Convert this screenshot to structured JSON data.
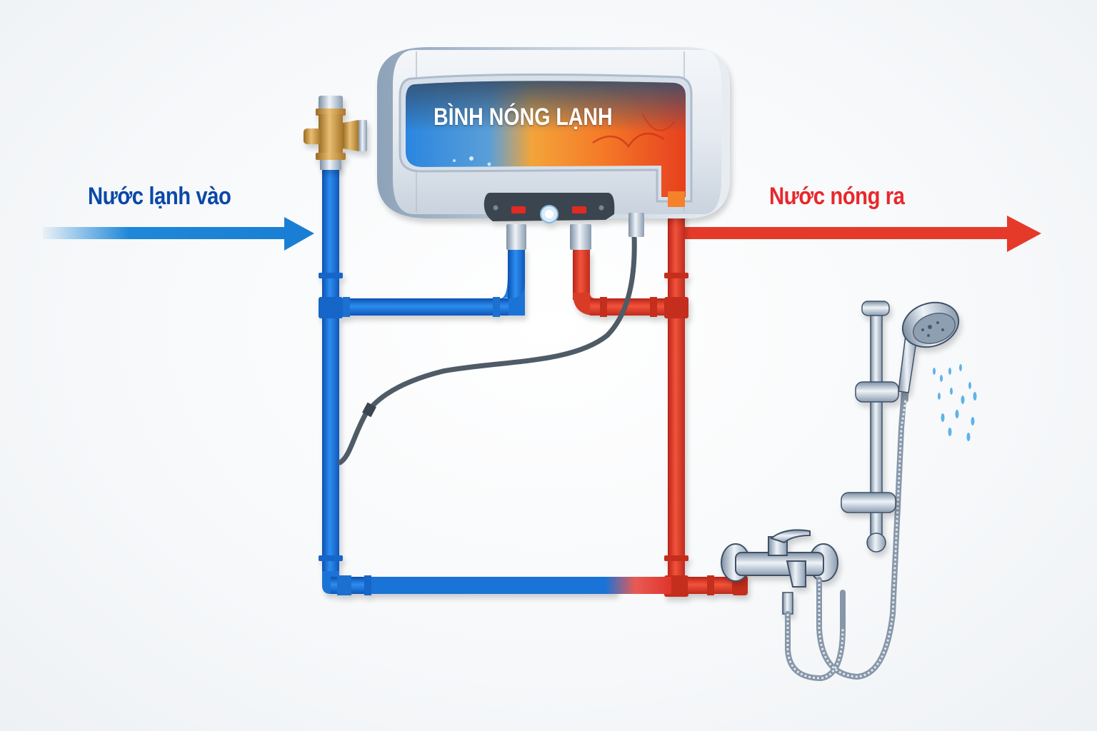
{
  "diagram": {
    "heater_title": "BÌNH NÓNG LẠNH",
    "cold_inlet_label": "Nước lạnh vào",
    "hot_outlet_label": "Nước nóng ra"
  },
  "colors": {
    "cold": "#1a73d6",
    "cold_text": "#0b48a8",
    "hot": "#e53a2a",
    "hot_text": "#e8282c",
    "chrome": "#b8c4d0",
    "brass": "#c8953a",
    "cable": "#4f5b66"
  },
  "icons": {
    "heater": "water-heater-icon",
    "valve": "brass-safety-valve-icon",
    "mixer": "shower-mixer-tap-icon",
    "shower": "hand-shower-icon"
  }
}
